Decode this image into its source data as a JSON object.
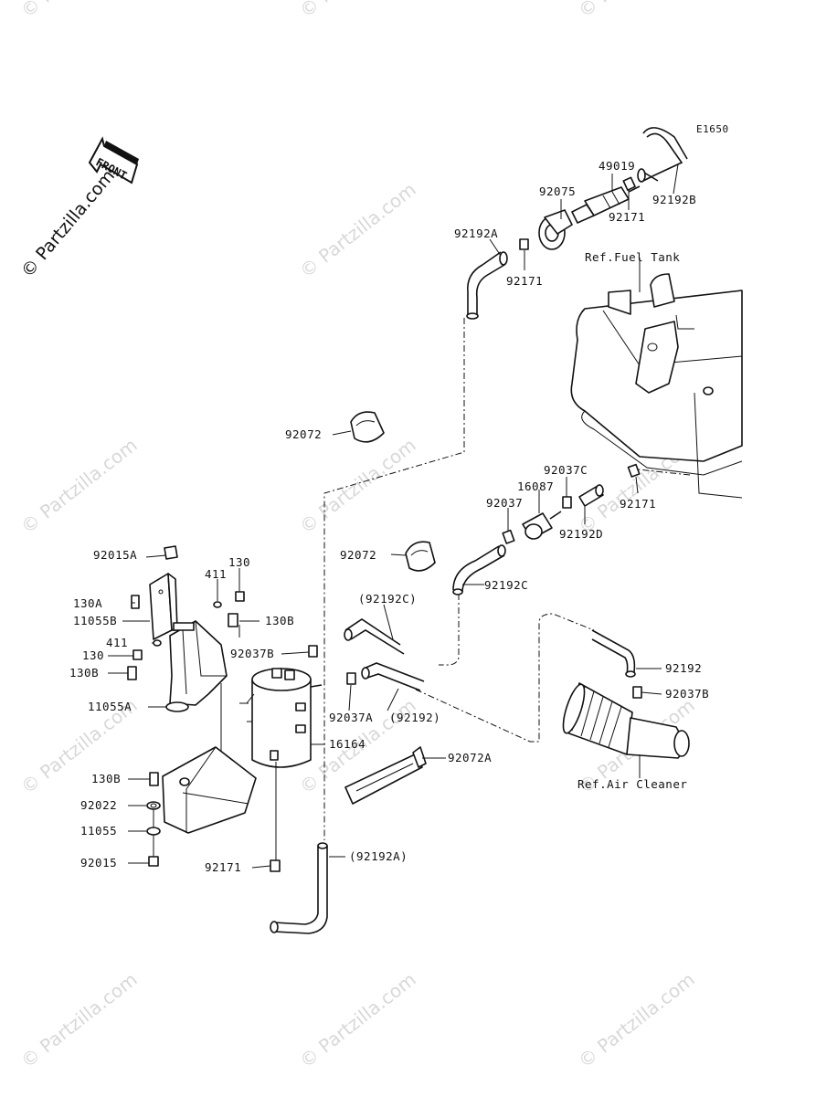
{
  "diagram_code": "E1650",
  "front_label": "FRONT",
  "watermark_text": "© Partzilla.com",
  "watermark_large": "© Partzilla.com",
  "refs": {
    "fuel_tank": "Ref.Fuel Tank",
    "air_cleaner": "Ref.Air Cleaner"
  },
  "labels": {
    "p49019": "49019",
    "p92075": "92075",
    "p92192B": "92192B",
    "p92171_top": "92171",
    "p92192A_top": "92192A",
    "p92171_mid": "92171",
    "p92072_top": "92072",
    "p92037C": "92037C",
    "p16087": "16087",
    "p92037": "92037",
    "p92171_right": "92171",
    "p92192D": "92192D",
    "p92072_mid": "92072",
    "p92192C": "92192C",
    "p92192C_paren": "(92192C)",
    "p92015A": "92015A",
    "p130_top": "130",
    "p411_top": "411",
    "p130A": "130A",
    "p11055B": "11055B",
    "p130B_top": "130B",
    "p411_mid": "411",
    "p130_mid": "130",
    "p92037B_left": "92037B",
    "p130B_mid": "130B",
    "p11055A": "11055A",
    "p92037A": "92037A",
    "p92192_paren": "(92192)",
    "p92192_right": "92192",
    "p92037B_right": "92037B",
    "p16164": "16164",
    "p92072A": "92072A",
    "p130B_low": "130B",
    "p92022": "92022",
    "p11055": "11055",
    "p92015": "92015",
    "p92171_low": "92171",
    "p92192A_paren": "(92192A)"
  }
}
